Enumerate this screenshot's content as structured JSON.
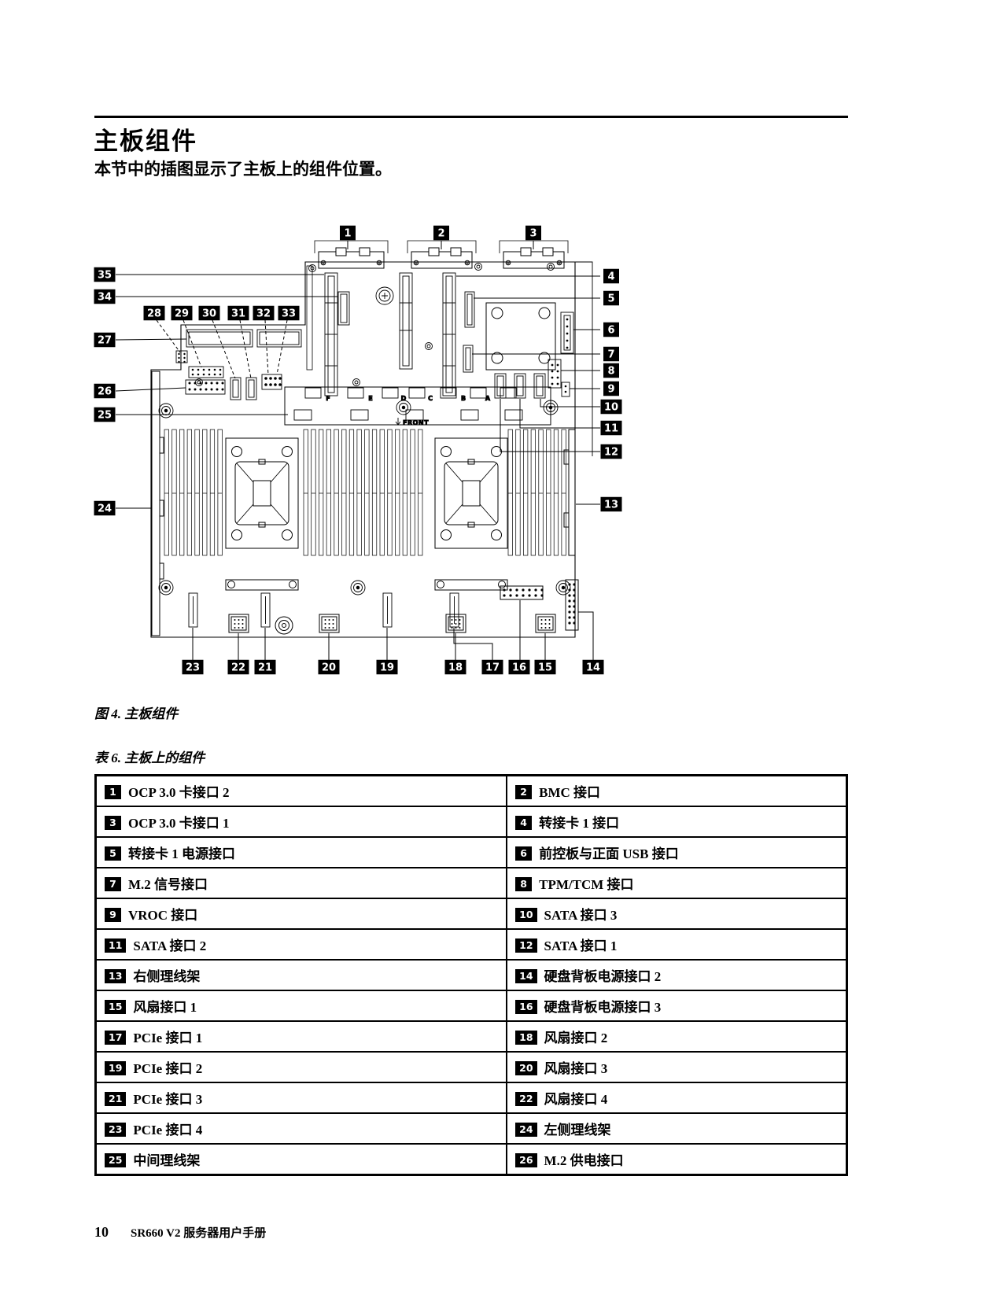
{
  "page": {
    "title": "主板组件",
    "intro": "本节中的插图显示了主板上的组件位置。",
    "figure_caption": "图 4. 主板组件",
    "table_caption": "表 6. 主板上的组件",
    "footer": {
      "page_number": "10",
      "manual_title": "SR660 V2 服务器用户手册"
    }
  },
  "diagram": {
    "callout_numbers": [
      "1",
      "2",
      "3",
      "4",
      "5",
      "6",
      "7",
      "8",
      "9",
      "10",
      "11",
      "12",
      "13",
      "14",
      "15",
      "16",
      "17",
      "18",
      "19",
      "20",
      "21",
      "22",
      "23",
      "24",
      "25",
      "26",
      "27",
      "28",
      "29",
      "30",
      "31",
      "32",
      "33",
      "34",
      "35"
    ],
    "board_labels": [
      "F",
      "E",
      "D",
      "C",
      "B",
      "A"
    ],
    "front_label": "FRONT"
  },
  "table": {
    "rows": [
      {
        "left": {
          "num": "1",
          "label": "OCP 3.0 卡接口 2"
        },
        "right": {
          "num": "2",
          "label": "BMC 接口"
        }
      },
      {
        "left": {
          "num": "3",
          "label": "OCP 3.0 卡接口 1"
        },
        "right": {
          "num": "4",
          "label": "转接卡 1 接口"
        }
      },
      {
        "left": {
          "num": "5",
          "label": "转接卡 1 电源接口"
        },
        "right": {
          "num": "6",
          "label": "前控板与正面 USB 接口"
        }
      },
      {
        "left": {
          "num": "7",
          "label": "M.2 信号接口"
        },
        "right": {
          "num": "8",
          "label": "TPM/TCM 接口"
        }
      },
      {
        "left": {
          "num": "9",
          "label": "VROC 接口"
        },
        "right": {
          "num": "10",
          "label": "SATA 接口 3"
        }
      },
      {
        "left": {
          "num": "11",
          "label": "SATA 接口 2"
        },
        "right": {
          "num": "12",
          "label": "SATA 接口 1"
        }
      },
      {
        "left": {
          "num": "13",
          "label": "右侧理线架"
        },
        "right": {
          "num": "14",
          "label": "硬盘背板电源接口 2"
        }
      },
      {
        "left": {
          "num": "15",
          "label": "风扇接口 1"
        },
        "right": {
          "num": "16",
          "label": "硬盘背板电源接口 3"
        }
      },
      {
        "left": {
          "num": "17",
          "label": "PCIe 接口 1"
        },
        "right": {
          "num": "18",
          "label": "风扇接口 2"
        }
      },
      {
        "left": {
          "num": "19",
          "label": "PCIe 接口 2"
        },
        "right": {
          "num": "20",
          "label": "风扇接口 3"
        }
      },
      {
        "left": {
          "num": "21",
          "label": "PCIe 接口 3"
        },
        "right": {
          "num": "22",
          "label": "风扇接口 4"
        }
      },
      {
        "left": {
          "num": "23",
          "label": "PCIe 接口 4"
        },
        "right": {
          "num": "24",
          "label": "左侧理线架"
        }
      },
      {
        "left": {
          "num": "25",
          "label": "中间理线架"
        },
        "right": {
          "num": "26",
          "label": "M.2 供电接口"
        }
      }
    ]
  }
}
